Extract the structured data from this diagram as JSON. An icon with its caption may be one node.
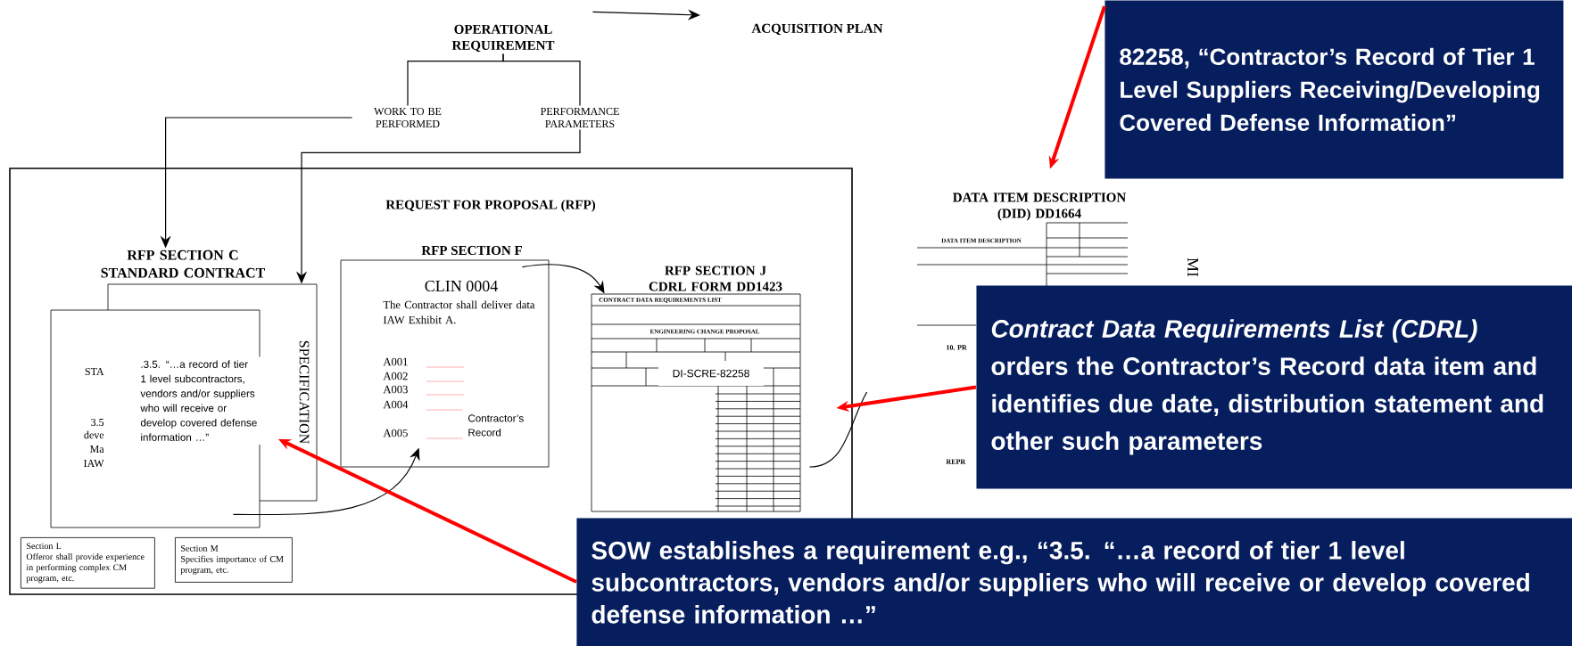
{
  "diagram": {
    "nodes": [
      {
        "text": [
          "OPERATIONAL REQUIREMENT"
        ]
      },
      {
        "text": [
          "ACQUISITION PLAN"
        ]
      },
      {
        "text": [
          "WORK TO BE PERFORMED"
        ]
      },
      {
        "text": [
          "PERFORMANCE PARAMETERS"
        ]
      },
      {
        "text": [
          "REQUEST FOR PROPOSAL (RFP)"
        ]
      },
      {
        "text": [
          "RFP SECTION C STANDARD CONTRACT",
          "SPECIFICATION"
        ],
        "in": 4
      },
      {
        "text": [
          "STA",
          "3.5",
          "deve",
          "Ma",
          "IAW"
        ],
        "in": 4
      },
      {
        "text": [
          ".3.5. “…a record of tier 1 level subcontractors, vendors and/or suppliers who will receive or develop covered defense information …”"
        ]
      },
      {
        "text": [
          "Section L",
          "Offeror shall provide experience in performing complex CM program, etc."
        ],
        "in": 4
      },
      {
        "text": [
          "Section M",
          "Specifies importance of CM program, etc."
        ],
        "in": 4
      },
      {
        "text": [
          "RFP SECTION F",
          "CLIN 0004",
          "The Contractor shall deliver data IAW Exhibit A.",
          "A001",
          "A002",
          "A003",
          "A004",
          "A005"
        ],
        "in": 4
      },
      {
        "text": [
          "Contractor’s Record"
        ],
        "in": 10
      },
      {
        "text": [
          "RFP SECTION J CDRL FORM DD1423",
          "CONTRACT DATA REQUIREMENTS LIST",
          "ENGINEERING CHANGE PROPOSAL"
        ],
        "in": 4
      },
      {
        "text": [
          "DI-SCRE-82258"
        ],
        "in": 12
      },
      {
        "text": [
          "DATA ITEM DESCRIPTION (DID) DD1664",
          "DATA ITEM DESCRIPTION",
          "10. PR",
          "REPR",
          "MI"
        ]
      },
      {
        "text": [
          "82258, “Contractor’s Record of Tier 1 Level Suppliers Receiving/Developing Covered Defense Information”"
        ]
      },
      {
        "text": [
          "*Contract Data Requirements List (CDRL)* orders the Contractor’s Record data item and identifies due date, distribution statement and other such parameters"
        ]
      },
      {
        "text": [
          "SOW establishes a requirement e.g., “3.5. “…a record of tier 1 level subcontractors, vendors and/or suppliers who will receive or develop covered defense information …”"
        ]
      }
    ],
    "edges": [
      {
        "from": 0,
        "to": 1,
        "arrow": "to"
      },
      {
        "from": 0,
        "to": 2,
        "arrow": "none"
      },
      {
        "from": 0,
        "to": 3,
        "arrow": "none"
      },
      {
        "from": 2,
        "to": 5,
        "arrow": "to"
      },
      {
        "from": 3,
        "to": 5,
        "arrow": "to"
      },
      {
        "from": 10,
        "to": 12,
        "arrow": "to"
      },
      {
        "from": 6,
        "to": 10,
        "arrow": "to"
      },
      {
        "from": 12,
        "to": 14,
        "arrow": "none"
      },
      {
        "from": 15,
        "to": 14,
        "arrow": "to",
        "style": "thick",
        "color": "#ff0000"
      },
      {
        "from": 16,
        "to": 12,
        "arrow": "to",
        "style": "thick",
        "color": "#ff0000"
      },
      {
        "from": 17,
        "to": 7,
        "arrow": "to",
        "style": "thick",
        "color": "#ff0000"
      }
    ]
  }
}
